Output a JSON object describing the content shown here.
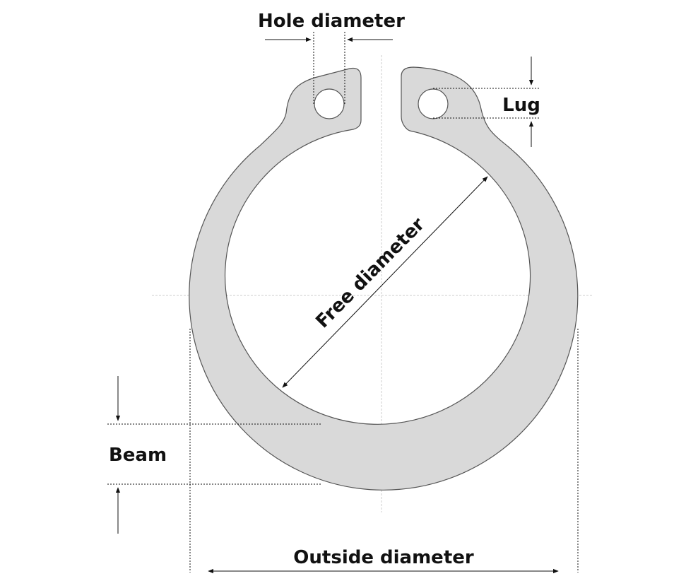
{
  "labels": {
    "hole_diameter": "Hole diameter",
    "lug": "Lug",
    "free_diameter": "Free diameter",
    "beam": "Beam",
    "outside_diameter": "Outside diameter"
  },
  "colors": {
    "ring_fill": "#d9d9d9",
    "ring_stroke": "#555555",
    "dimension_lines": "#111111",
    "center_lines": "#cccccc"
  }
}
